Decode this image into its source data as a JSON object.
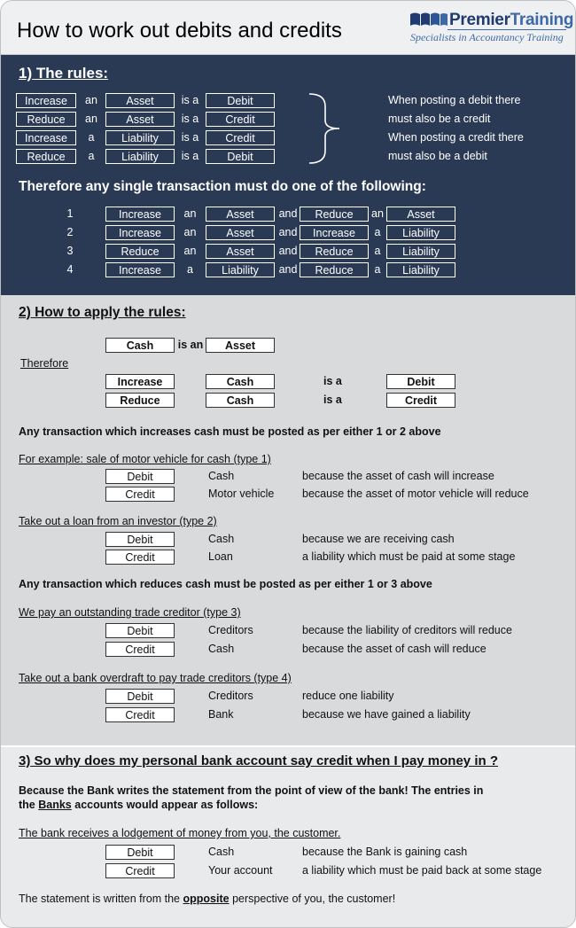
{
  "header": {
    "title": "How to work out debits and credits",
    "logo_name_bold": "Premier",
    "logo_name_light": "Training",
    "logo_tagline": "Specialists in Accountancy Training"
  },
  "rules": {
    "title": "1) The rules:",
    "rows": [
      {
        "action": "Increase",
        "article": "an",
        "item": "Asset",
        "is": "is a",
        "result": "Debit"
      },
      {
        "action": "Reduce",
        "article": "an",
        "item": "Asset",
        "is": "is a",
        "result": "Credit"
      },
      {
        "action": "Increase",
        "article": "a",
        "item": "Liability",
        "is": "is a",
        "result": "Credit"
      },
      {
        "action": "Reduce",
        "article": "a",
        "item": "Liability",
        "is": "is a",
        "result": "Debit"
      }
    ],
    "notes": [
      "When posting a debit there",
      "must also be a credit",
      "When posting a credit there",
      "must also be a debit"
    ],
    "therefore": "Therefore any single transaction must do one of the following:",
    "transactions": [
      {
        "num": "1",
        "a1": "Increase",
        "art1": "an",
        "i1": "Asset",
        "and": "and",
        "a2": "Reduce",
        "art2": "an",
        "i2": "Asset"
      },
      {
        "num": "2",
        "a1": "Increase",
        "art1": "an",
        "i1": "Asset",
        "and": "and",
        "a2": "Increase",
        "art2": "a",
        "i2": "Liability"
      },
      {
        "num": "3",
        "a1": "Reduce",
        "art1": "an",
        "i1": "Asset",
        "and": "and",
        "a2": "Reduce",
        "art2": "a",
        "i2": "Liability"
      },
      {
        "num": "4",
        "a1": "Increase",
        "art1": "a",
        "i1": "Liability",
        "and": "and",
        "a2": "Reduce",
        "art2": "a",
        "i2": "Liability"
      }
    ]
  },
  "apply": {
    "title": "2) How to apply the rules:",
    "cash": "Cash",
    "is_an": "is an",
    "asset": "Asset",
    "therefore": "Therefore",
    "rows": [
      {
        "action": "Increase",
        "item": "Cash",
        "is": "is a",
        "result": "Debit"
      },
      {
        "action": "Reduce",
        "item": "Cash",
        "is": "is a",
        "result": "Credit"
      }
    ],
    "increase_note": "Any transaction which increases cash must be posted as per either 1 or 2 above",
    "reduce_note": "Any transaction which reduces cash must be posted as per either 1 or 3 above",
    "examples": [
      {
        "heading": "For example: sale of motor vehicle for cash (type 1)",
        "entries": [
          {
            "side": "Debit",
            "account": "Cash",
            "reason": "because the asset of cash will increase"
          },
          {
            "side": "Credit",
            "account": "Motor vehicle",
            "reason": "because the asset of motor vehicle will reduce"
          }
        ]
      },
      {
        "heading": "Take out a loan from an investor (type 2)",
        "entries": [
          {
            "side": "Debit",
            "account": "Cash",
            "reason": "because we are receiving cash"
          },
          {
            "side": "Credit",
            "account": "Loan",
            "reason": "a liability which must be paid at some stage"
          }
        ]
      },
      {
        "heading": "We pay an outstanding trade creditor (type 3)",
        "entries": [
          {
            "side": "Debit",
            "account": "Creditors",
            "reason": "because the liability of creditors will reduce"
          },
          {
            "side": "Credit",
            "account": "Cash",
            "reason": "because the asset of cash will reduce"
          }
        ]
      },
      {
        "heading": "Take out a bank overdraft to pay trade creditors (type 4)",
        "entries": [
          {
            "side": "Debit",
            "account": "Creditors",
            "reason": "reduce one liability"
          },
          {
            "side": "Credit",
            "account": "Bank",
            "reason": "because we have gained a liability"
          }
        ]
      }
    ]
  },
  "bank": {
    "title": "3) So why does my personal bank account say credit when I pay money in ?",
    "para_line1": "Because the Bank writes the statement from the point of view of the bank!   The entries in",
    "para_line2_pre": "the ",
    "para_line2_u": "Banks",
    "para_line2_post": " accounts would appear as follows:",
    "heading": "The bank receives a lodgement of money from you, the customer.",
    "entries": [
      {
        "side": "Debit",
        "account": "Cash",
        "reason": "because the Bank is gaining cash"
      },
      {
        "side": "Credit",
        "account": "Your account",
        "reason": "a liability which must be paid back at some stage"
      }
    ],
    "final_pre": "The statement is written from the ",
    "final_u": "opposite",
    "final_post": " perspective of you, the customer!"
  }
}
